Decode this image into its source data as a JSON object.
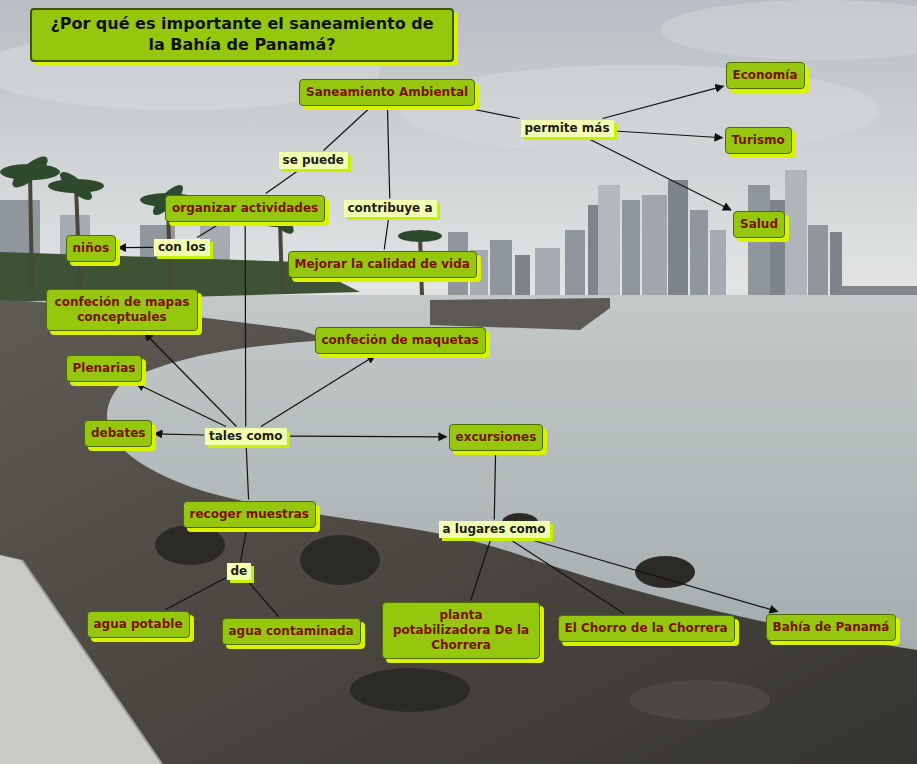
{
  "diagram": {
    "title": "¿Por qué es importante  el saneamiento de la Bahía de Panamá?",
    "nodes": [
      {
        "text": [
          "Saneamiento Ambiental"
        ]
      },
      {
        "text": [
          "Economía"
        ]
      },
      {
        "text": [
          "permite más"
        ]
      },
      {
        "text": [
          "Turismo"
        ]
      },
      {
        "text": [
          "se puede"
        ]
      },
      {
        "text": [
          "organizar actividades"
        ]
      },
      {
        "text": [
          "contribuye a"
        ]
      },
      {
        "text": [
          "Salud"
        ]
      },
      {
        "text": [
          "niños"
        ]
      },
      {
        "text": [
          "con los"
        ]
      },
      {
        "text": [
          "Mejorar la calidad de vida"
        ]
      },
      {
        "text": [
          "confeción de mapas conceptuales"
        ]
      },
      {
        "text": [
          "confeción de maquetas"
        ]
      },
      {
        "text": [
          "Plenarias"
        ]
      },
      {
        "text": [
          "debates"
        ]
      },
      {
        "text": [
          "tales como"
        ]
      },
      {
        "text": [
          "excursiones"
        ]
      },
      {
        "text": [
          "recoger muestras"
        ]
      },
      {
        "text": [
          "a lugares como"
        ]
      },
      {
        "text": [
          "de"
        ]
      },
      {
        "text": [
          "agua potable"
        ]
      },
      {
        "text": [
          "agua contaminada"
        ]
      },
      {
        "text": [
          "planta potabilizadora De la Chorrera"
        ]
      },
      {
        "text": [
          "El Chorro de la Chorrera"
        ]
      },
      {
        "text": [
          "Bahía de Panamá"
        ]
      }
    ],
    "edges": [
      {
        "from": 0,
        "to": 2,
        "arrow": "none"
      },
      {
        "from": 2,
        "to": 1,
        "arrow": "to"
      },
      {
        "from": 2,
        "to": 3,
        "arrow": "to"
      },
      {
        "from": 2,
        "to": 7,
        "arrow": "to"
      },
      {
        "from": 0,
        "to": 4,
        "arrow": "none"
      },
      {
        "from": 4,
        "to": 5,
        "arrow": "none"
      },
      {
        "from": 0,
        "to": 6,
        "arrow": "none"
      },
      {
        "from": 6,
        "to": 10,
        "arrow": "none"
      },
      {
        "from": 5,
        "to": 9,
        "arrow": "none"
      },
      {
        "from": 9,
        "to": 8,
        "arrow": "to"
      },
      {
        "from": 5,
        "to": 15,
        "arrow": "none"
      },
      {
        "from": 15,
        "to": 11,
        "arrow": "to"
      },
      {
        "from": 15,
        "to": 12,
        "arrow": "to"
      },
      {
        "from": 15,
        "to": 13,
        "arrow": "to"
      },
      {
        "from": 15,
        "to": 14,
        "arrow": "to"
      },
      {
        "from": 15,
        "to": 16,
        "arrow": "to"
      },
      {
        "from": 15,
        "to": 17,
        "arrow": "none"
      },
      {
        "from": 17,
        "to": 19,
        "arrow": "none"
      },
      {
        "from": 19,
        "to": 20,
        "arrow": "none"
      },
      {
        "from": 19,
        "to": 21,
        "arrow": "none"
      },
      {
        "from": 16,
        "to": 18,
        "arrow": "none"
      },
      {
        "from": 18,
        "to": 22,
        "arrow": "none"
      },
      {
        "from": 18,
        "to": 23,
        "arrow": "none"
      },
      {
        "from": 18,
        "to": 24,
        "arrow": "to"
      }
    ]
  }
}
